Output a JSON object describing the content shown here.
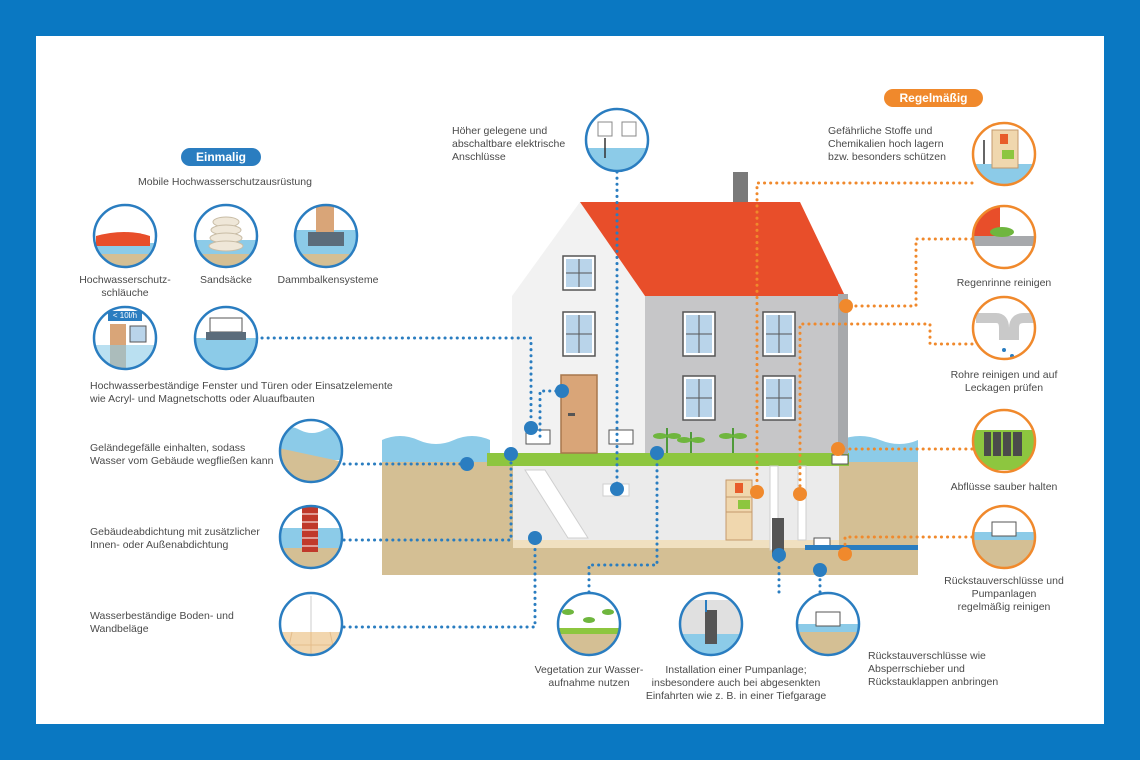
{
  "sections": {
    "once": "Einmalig",
    "regular": "Regelmäßig"
  },
  "mobile_protection_heading": "Mobile Hochwasserschutzausrüstung",
  "labels": {
    "hoses_1": "Hochwasserschutz-",
    "hoses_2": "schläuche",
    "sandbags": "Sandsäcke",
    "beams": "Dammbalkensysteme",
    "windows_1": "Hochwasserbeständige Fenster und Türen oder Einsatzelemente",
    "windows_2": "wie Acryl- und Magnetschotts oder Aluaufbauten",
    "slope_1": "Geländegefälle einhalten, sodass",
    "slope_2": "Wasser vom Gebäude wegfließen kann",
    "sealing_1": "Gebäudeabdichtung mit zusätzlicher",
    "sealing_2": "Innen- oder Außenabdichtung",
    "floor_1": "Wasserbeständige Boden- und",
    "floor_2": "Wandbeläge",
    "electric_1": "Höher gelegene und",
    "electric_2": "abschaltbare elektrische",
    "electric_3": "Anschlüsse",
    "vegetation_1": "Vegetation zur Wasser-",
    "vegetation_2": "aufnahme nutzen",
    "pump_1": "Installation einer Pumpanlage;",
    "pump_2": "insbesondere auch bei abgesenkten",
    "pump_3": "Einfahrten wie z. B. in einer Tiefgarage",
    "backflow_install_1": "Rückstauverschlüsse wie",
    "backflow_install_2": "Absperrschieber und",
    "backflow_install_3": "Rückstauklappen anbringen",
    "chemicals_1": "Gefährliche Stoffe und",
    "chemicals_2": "Chemikalien hoch lagern",
    "chemicals_3": "bzw. besonders schützen",
    "gutter": "Regenrinne reinigen",
    "pipes_1": "Rohre reinigen und auf",
    "pipes_2": "Leckagen prüfen",
    "drains": "Abflüsse sauber halten",
    "backflow_clean_1": "Rückstauverschlüsse und",
    "backflow_clean_2": "Pumpanlagen",
    "backflow_clean_3": "regelmäßig reinigen"
  },
  "door_sign": "< 10l/h",
  "colors": {
    "background": "#0a78c2",
    "blue": "#2a7dc0",
    "orange": "#f0892c",
    "roof": "#e84e2a",
    "grass": "#8dc63f",
    "soil": "#d4bf94",
    "water": "#8ccbe8"
  }
}
